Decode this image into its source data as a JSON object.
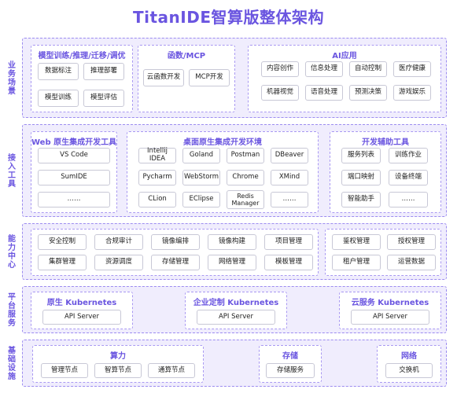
{
  "title": "TitanIDE智算版整体架构",
  "layers": {
    "business": "业务场景",
    "access": "接入工具",
    "capability": "能力中心",
    "platform": "平台服务",
    "infra": "基础设施"
  },
  "business": {
    "training": {
      "title": "模型训练/推理/迁移/调优",
      "items": [
        "数据标注",
        "推理部署",
        "模型训练",
        "模型评估"
      ]
    },
    "func": {
      "title": "函数/MCP",
      "items": [
        "云函数开发",
        "MCP开发"
      ]
    },
    "ai": {
      "title": "AI应用",
      "items": [
        "内容创作",
        "信息处理",
        "自动控制",
        "医疗健康",
        "机器视觉",
        "语音处理",
        "预测决策",
        "游戏娱乐"
      ]
    }
  },
  "access": {
    "web": {
      "title": "Web 原生集成开发工具",
      "items": [
        "VS Code",
        "SumIDE",
        "……"
      ]
    },
    "desktop": {
      "title": "桌面原生集成开发环境",
      "items": [
        "Intellij IDEA",
        "Goland",
        "Postman",
        "DBeaver",
        "Pycharm",
        "WebStorm",
        "Chrome",
        "XMind",
        "CLion",
        "EClipse",
        "Redis Manager",
        "……"
      ]
    },
    "aux": {
      "title": "开发辅助工具",
      "items": [
        "服务列表",
        "训练作业",
        "端口映射",
        "设备终端",
        "智能助手",
        "……"
      ]
    }
  },
  "capability": {
    "left": [
      "安全控制",
      "合规审计",
      "镜像编排",
      "镜像构建",
      "项目管理",
      "集群管理",
      "资源调度",
      "存储管理",
      "网络管理",
      "模板管理"
    ],
    "right": [
      "鉴权管理",
      "授权管理",
      "租户管理",
      "运营数据"
    ]
  },
  "platform": {
    "native": {
      "title": "原生 Kubernetes",
      "item": "API Server"
    },
    "custom": {
      "title": "企业定制 Kubernetes",
      "item": "API Server"
    },
    "cloud": {
      "title": "云服务 Kubernetes",
      "item": "API Server"
    }
  },
  "infra": {
    "compute": {
      "title": "算力",
      "items": [
        "管理节点",
        "智算节点",
        "通算节点"
      ]
    },
    "storage": {
      "title": "存储",
      "item": "存储服务"
    },
    "network": {
      "title": "网络",
      "item": "交换机"
    }
  }
}
